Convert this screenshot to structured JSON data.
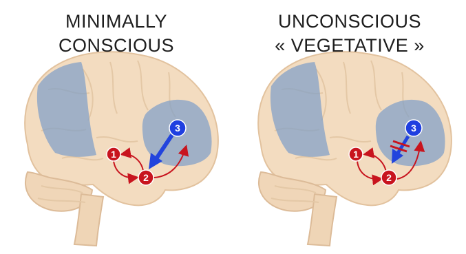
{
  "panels": [
    {
      "title_line1": "MINIMALLY",
      "title_line2": "CONSCIOUS",
      "nodes": [
        "1",
        "2",
        "3"
      ],
      "connection_3_to_2": "intact"
    },
    {
      "title_line1": "UNCONSCIOUS",
      "title_line2": "« VEGETATIVE »",
      "nodes": [
        "1",
        "2",
        "3"
      ],
      "connection_3_to_2": "blocked"
    }
  ],
  "colors": {
    "node_red": "#c8141e",
    "node_blue": "#1f3fe0",
    "arrow_blue": "#2244dd",
    "region_blue": "#7f9fc8",
    "brain_fill": "#f3dcc0",
    "brain_outline": "#e2c29e"
  }
}
